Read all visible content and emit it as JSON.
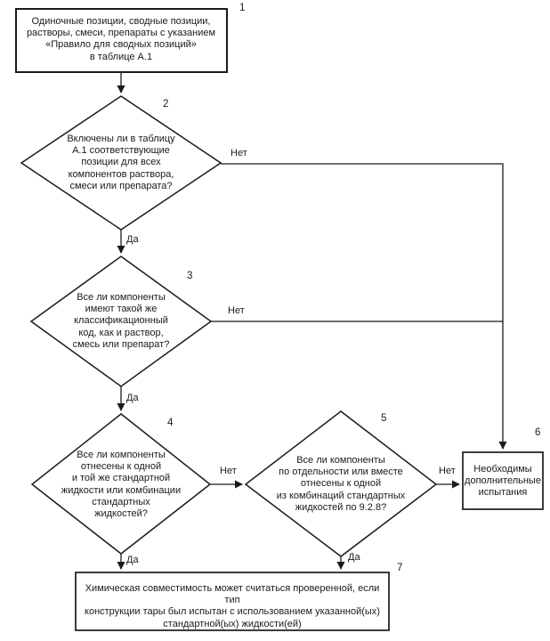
{
  "diagram": {
    "title_semantic": "Flowchart for assignment of solutions, mixtures and preparations to standard liquids",
    "line_color": "#1a1a1a",
    "background_color": "#ffffff",
    "nodes": {
      "n1": {
        "number": "1",
        "type": "process",
        "text": [
          "Одиночные позиции, сводные позиции,",
          "растворы, смеси, препараты с указанием",
          "«Правило для сводных позиций»",
          "в таблице А.1"
        ]
      },
      "n2": {
        "number": "2",
        "type": "decision",
        "text": [
          "Включены ли в таблицу",
          "А.1 соответствующие",
          "позиции для всех",
          "компонентов раствора,",
          "смеси или препарата?"
        ]
      },
      "n3": {
        "number": "3",
        "type": "decision",
        "text": [
          "Все ли компоненты",
          "имеют такой же",
          "классификационный",
          "код, как и раствор,",
          "смесь или препарат?"
        ]
      },
      "n4": {
        "number": "4",
        "type": "decision",
        "text": [
          "Все ли компоненты",
          "отнесены к одной",
          "и той же стандартной",
          "жидкости или комбинации",
          "стандартных",
          "жидкостей?"
        ]
      },
      "n5": {
        "number": "5",
        "type": "decision",
        "text": [
          "Все ли компоненты",
          "по отдельности или вместе",
          "отнесены к одной",
          "из комбинаций стандартных",
          "жидкостей по 9.2.8?"
        ]
      },
      "n6": {
        "number": "6",
        "type": "process",
        "text": [
          "Необходимы",
          "дополнительные",
          "испытания"
        ]
      },
      "n7": {
        "number": "7",
        "type": "process",
        "text": [
          "Химическая совместимость может считаться проверенной, если тип",
          "конструкции тары был испытан с использованием указанной(ых)",
          "стандартной(ых) жидкости(ей)"
        ]
      }
    },
    "edges": {
      "no2": "Нет",
      "yes2": "Да",
      "no3": "Нет",
      "yes3": "Да",
      "no4": "Нет",
      "yes4": "Да",
      "no5": "Нет",
      "yes5": "Да"
    }
  }
}
